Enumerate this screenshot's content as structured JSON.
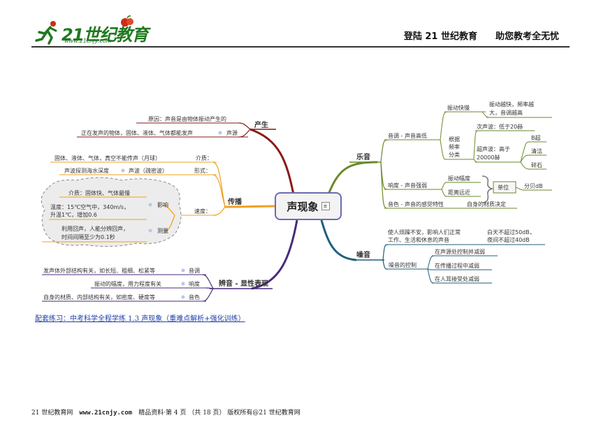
{
  "header": {
    "logo_main": "21世纪教育",
    "logo_url": "www.21cnjy.com",
    "slogan": "登陆 21 世纪教育　　助您教考全无忧"
  },
  "mindmap": {
    "central": "声现象",
    "note_icon": "note-icon",
    "branches": {
      "chansheng": {
        "label": "产生",
        "items": [
          "原因：声音是由物体振动产生的",
          "正在发声的物体，固体、液体、气体都能发声",
          "声源"
        ]
      },
      "chuanbo": {
        "label": "传播",
        "medium_items": [
          "固体、液体、气体，真空不能传声（月球）",
          "介质："
        ],
        "form_items": [
          "声波探测海水深度",
          "声波（疏密波）",
          "形式："
        ],
        "speed_label": "速度：",
        "influence": {
          "label": "影响",
          "items": [
            "介质：固体快、气体最慢",
            "温度：15℃空气中，340m/s，",
            "升温1℃，增加0.6"
          ]
        },
        "measure": {
          "label": "测量",
          "items": [
            "利用回声，人能分辨回声，",
            "时间间隔至少为0.1秒"
          ]
        }
      },
      "bianyin": {
        "label": "辨音 - 显性表现",
        "items": [
          {
            "desc": "发声体外部结构有关，如长短、粗细、松紧等",
            "name": "音调"
          },
          {
            "desc": "振动的幅度，用力程度有关",
            "name": "响度"
          },
          {
            "desc": "自身的材质、内部结构有关，如密度、硬度等",
            "name": "音色"
          }
        ]
      },
      "yueyin": {
        "label": "乐音",
        "pitch": {
          "label": "音调 - 声音高低",
          "speed": "振动快慢",
          "speed_desc": [
            "振动越快，频率越",
            "大，音调越高"
          ],
          "freq_label": [
            "根据",
            "频率",
            "分类"
          ],
          "infrasonic": "次声波：低于20赫",
          "ultrasonic": [
            "超声波：高于",
            "20000赫"
          ],
          "uses": [
            "B超",
            "清洁",
            "碎石"
          ]
        },
        "loudness": {
          "label": "响度 - 声音强弱",
          "items": [
            "振动幅度",
            "距离远近"
          ],
          "unit_label": "单位",
          "unit_value": "分贝dB"
        },
        "timbre": {
          "label": "音色 - 声音的感觉特性",
          "desc": "自身的材质决定"
        }
      },
      "zaoyin": {
        "label": "噪音",
        "harm": [
          "使人烦躁不安，影响人们正常",
          "工作、生活和休息的声音"
        ],
        "limits": [
          "白天不超过50dB，",
          "夜间不超过40dB"
        ],
        "control_label": "噪音的控制",
        "controls": [
          "在声源处控制并减弱",
          "在传播过程中减弱",
          "在人耳接受处减弱"
        ]
      }
    }
  },
  "practice_link": "配套练习：中考科学全程学练 1.3 声现象（重难点解析+强化训练）",
  "footer": {
    "prefix": "21 世纪教育网　",
    "url": "www.21cnjy.com",
    "rest": "　精品资料·第 4 页 （共 18 页） 版权所有@21 世纪教育网"
  },
  "colors": {
    "red_branch": "#8a1a1a",
    "orange_branch": "#f0a020",
    "purple_branch": "#4a2a7a",
    "green_branch": "#6a8a2a",
    "teal_branch": "#1f5f7a",
    "central_border": "#6b6bb0"
  }
}
